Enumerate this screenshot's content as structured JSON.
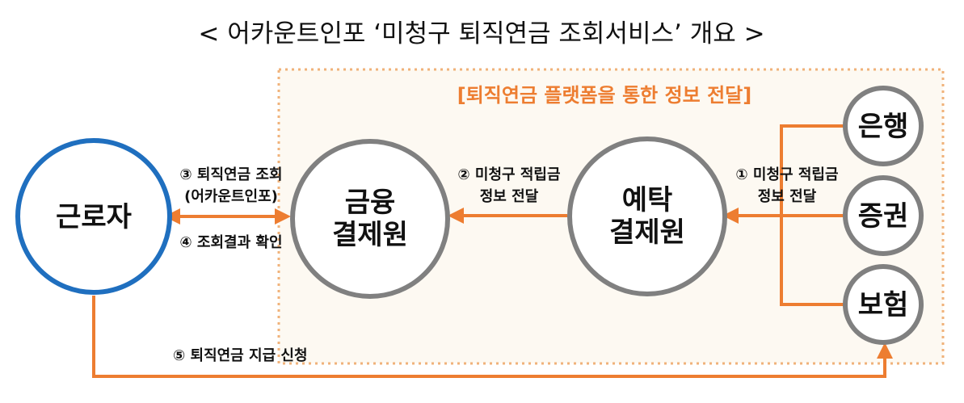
{
  "title": "< 어카운트인포 ‘미청구 퇴직연금 조회서비스’ 개요 >",
  "platform_label": "[퇴직연금 플랫폼을 통한 정보 전달]",
  "nodes": {
    "worker": "근로자",
    "fin_1": "금융",
    "fin_2": "결제원",
    "dep_1": "예탁",
    "dep_2": "결제원",
    "bank": "은행",
    "sec": "증권",
    "ins": "보험"
  },
  "steps": {
    "s1_1": "① 미청구 적립금",
    "s1_2": "정보 전달",
    "s2_1": "② 미청구 적립금",
    "s2_2": "정보 전달",
    "s3_1": "③ 퇴직연금 조회",
    "s3_2": "(어카운트인포)",
    "s4": "④ 조회결과 확인",
    "s5": "⑤ 퇴직연금 지급 신청"
  },
  "colors": {
    "accent": "#ED7D31",
    "worker_ring": "#1F6FBF",
    "node_ring": "#808080",
    "panel_bg": "#FDF9F2"
  }
}
